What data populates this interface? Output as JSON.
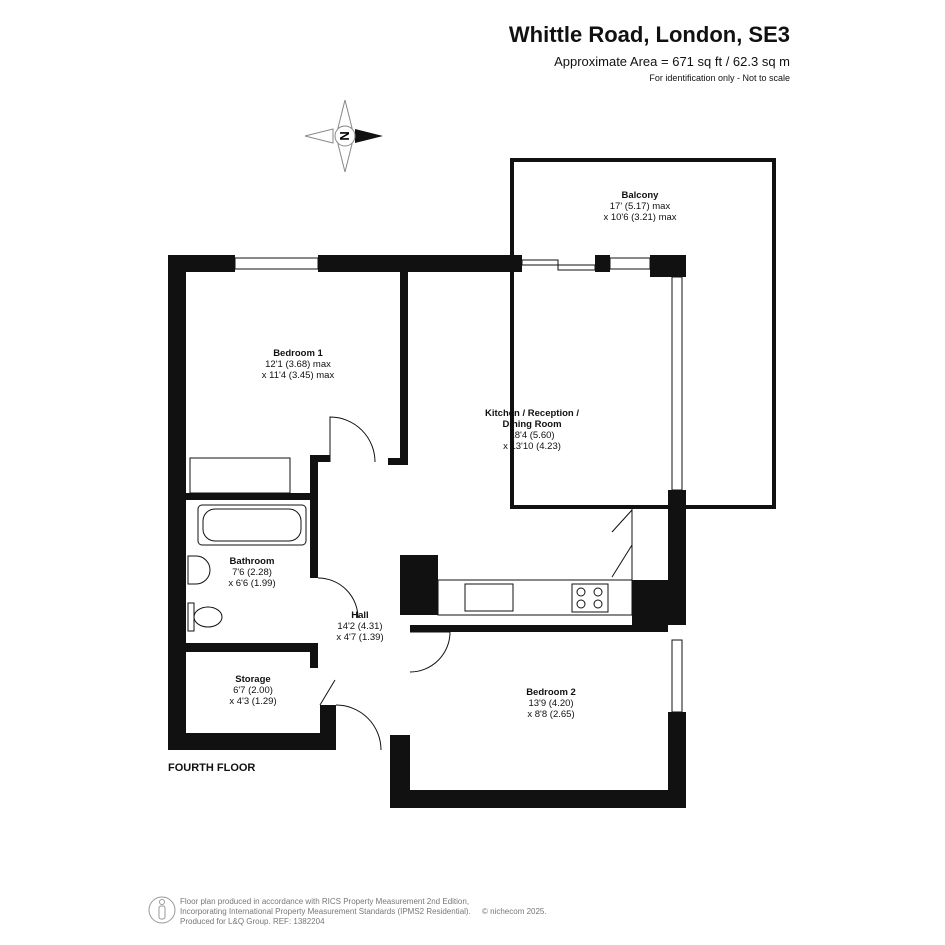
{
  "header": {
    "title": "Whittle Road, London, SE3",
    "area": "Approximate Area = 671 sq ft / 62.3 sq m",
    "note": "For identification only - Not to scale"
  },
  "compass": {
    "label": "N"
  },
  "rooms": [
    {
      "name": "Balcony",
      "dim1": "17' (5.17) max",
      "dim2": "x 10'6 (3.21) max"
    },
    {
      "name": "Bedroom 1",
      "dim1": "12'1 (3.68) max",
      "dim2": "x 11'4 (3.45) max"
    },
    {
      "name": "Kitchen / Reception /",
      "name2": "Dining Room",
      "dim1": "18'4 (5.60)",
      "dim2": "x 13'10 (4.23)"
    },
    {
      "name": "Bathroom",
      "dim1": "7'6 (2.28)",
      "dim2": "x 6'6 (1.99)"
    },
    {
      "name": "Hall",
      "dim1": "14'2 (4.31)",
      "dim2": "x 4'7 (1.39)"
    },
    {
      "name": "Storage",
      "dim1": "6'7 (2.00)",
      "dim2": "x 4'3 (1.29)"
    },
    {
      "name": "Bedroom 2",
      "dim1": "13'9 (4.20)",
      "dim2": "x 8'8 (2.65)"
    }
  ],
  "floor_label": "FOURTH FLOOR",
  "footer": {
    "line1": "Floor plan produced in accordance with RICS Property Measurement 2nd Edition,",
    "line2": "Incorporating International Property Measurement Standards (IPMS2 Residential).",
    "line3": "Produced for L&Q Group.   REF:    1382204",
    "copyright": "© nichecom 2025."
  }
}
